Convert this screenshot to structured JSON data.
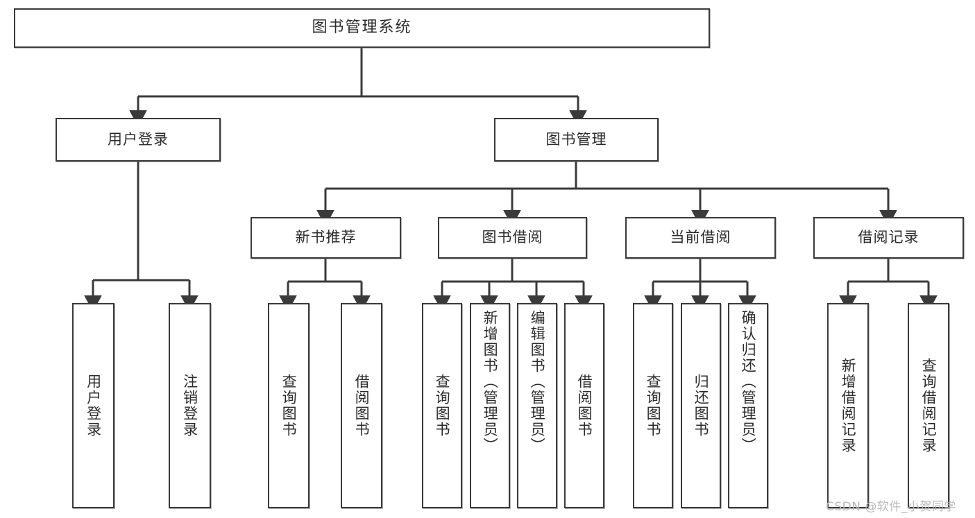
{
  "diagram": {
    "type": "hierarchy-tree",
    "title": "图书管理系统",
    "watermark": "CSDN @软件_小贺同学",
    "colors": {
      "box_border": "#3a3a3a",
      "box_fill": "#ffffff",
      "edge": "#3a3a3a",
      "text": "#2b2b2b",
      "watermark": "#b9b9b9",
      "background": "#ffffff"
    },
    "levels": [
      {
        "level": 0,
        "nodes": [
          {
            "id": "root",
            "label": "图书管理系统"
          }
        ]
      },
      {
        "level": 1,
        "nodes": [
          {
            "id": "user-login",
            "label": "用户登录"
          },
          {
            "id": "book-manage",
            "label": "图书管理"
          }
        ]
      },
      {
        "level": 2,
        "nodes": [
          {
            "id": "new-book-rec",
            "label": "新书推荐"
          },
          {
            "id": "book-borrow",
            "label": "图书借阅"
          },
          {
            "id": "current-borrow",
            "label": "当前借阅"
          },
          {
            "id": "borrow-record",
            "label": "借阅记录"
          }
        ]
      },
      {
        "level": 3,
        "nodes": [
          {
            "id": "leaf-user-login",
            "label": "用户登录"
          },
          {
            "id": "leaf-logout-login",
            "label": "注销登录"
          },
          {
            "id": "leaf-query-book-1",
            "label": "查询图书"
          },
          {
            "id": "leaf-borrow-book-1",
            "label": "借阅图书"
          },
          {
            "id": "leaf-query-book-2",
            "label": "查询图书"
          },
          {
            "id": "leaf-add-book",
            "label": "新增图书（管理员）"
          },
          {
            "id": "leaf-edit-book",
            "label": "编辑图书（管理员）"
          },
          {
            "id": "leaf-borrow-book-2",
            "label": "借阅图书"
          },
          {
            "id": "leaf-query-book-3",
            "label": "查询图书"
          },
          {
            "id": "leaf-return-book",
            "label": "归还图书"
          },
          {
            "id": "leaf-confirm-return",
            "label": "确认归还（管理员）"
          },
          {
            "id": "leaf-add-record",
            "label": "新增借阅记录"
          },
          {
            "id": "leaf-query-record",
            "label": "查询借阅记录"
          }
        ]
      }
    ],
    "edges": [
      {
        "from": "root",
        "to": "user-login"
      },
      {
        "from": "root",
        "to": "book-manage"
      },
      {
        "from": "user-login",
        "to": "leaf-user-login"
      },
      {
        "from": "user-login",
        "to": "leaf-logout-login"
      },
      {
        "from": "book-manage",
        "to": "new-book-rec"
      },
      {
        "from": "book-manage",
        "to": "book-borrow"
      },
      {
        "from": "book-manage",
        "to": "current-borrow"
      },
      {
        "from": "book-manage",
        "to": "borrow-record"
      },
      {
        "from": "new-book-rec",
        "to": "leaf-query-book-1"
      },
      {
        "from": "new-book-rec",
        "to": "leaf-borrow-book-1"
      },
      {
        "from": "book-borrow",
        "to": "leaf-query-book-2"
      },
      {
        "from": "book-borrow",
        "to": "leaf-add-book"
      },
      {
        "from": "book-borrow",
        "to": "leaf-edit-book"
      },
      {
        "from": "book-borrow",
        "to": "leaf-borrow-book-2"
      },
      {
        "from": "current-borrow",
        "to": "leaf-query-book-3"
      },
      {
        "from": "current-borrow",
        "to": "leaf-return-book"
      },
      {
        "from": "current-borrow",
        "to": "leaf-confirm-return"
      },
      {
        "from": "borrow-record",
        "to": "leaf-add-record"
      },
      {
        "from": "borrow-record",
        "to": "leaf-query-record"
      }
    ]
  }
}
